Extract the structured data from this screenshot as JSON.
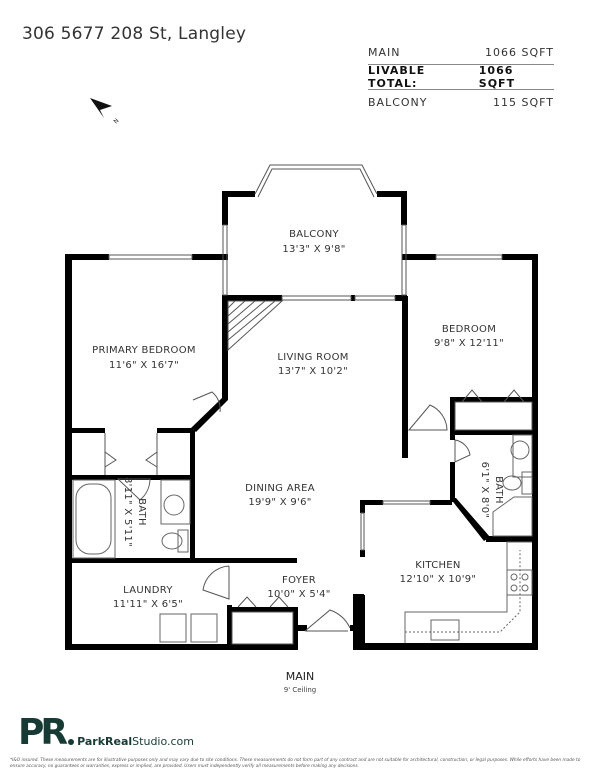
{
  "header": {
    "address": "306 5677 208 St, Langley"
  },
  "areas": [
    {
      "label": "MAIN",
      "value": "1066 SQFT"
    },
    {
      "label": "LIVABLE TOTAL:",
      "value": "1066 SQFT"
    },
    {
      "label": "BALCONY",
      "value": "115 SQFT"
    }
  ],
  "compass": {
    "label": "N",
    "icon": "north-arrow-icon"
  },
  "rooms": {
    "balcony": {
      "name": "BALCONY",
      "dims": "13'3\" X 9'8\""
    },
    "primary_bedroom": {
      "name": "PRIMARY BEDROOM",
      "dims": "11'6\" X 16'7\""
    },
    "living_room": {
      "name": "LIVING ROOM",
      "dims": "13'7\" X 10'2\""
    },
    "bedroom": {
      "name": "BEDROOM",
      "dims": "9'8\" X 12'11\""
    },
    "dining_area": {
      "name": "DINING AREA",
      "dims": "19'9\" X 9'6\""
    },
    "bath_primary": {
      "name": "BATH",
      "dims": "8'11\" X 5'11\""
    },
    "bath_second": {
      "name": "BATH",
      "dims": "6'1\" X 8'0\""
    },
    "laundry": {
      "name": "LAUNDRY",
      "dims": "11'11\" X 6'5\""
    },
    "foyer": {
      "name": "FOYER",
      "dims": "10'0\" X 5'4\""
    },
    "kitchen": {
      "name": "KITCHEN",
      "dims": "12'10\" X 10'9\""
    }
  },
  "floor": {
    "name": "MAIN",
    "ceiling": "9' Ceiling"
  },
  "footer": {
    "logo_mark": "PR",
    "brand_bold": "ParkReal",
    "brand_rest": "Studio.com",
    "disclaimer": "*I&O insured. These measurements are for illustrative purposes only and may vary due to site conditions. These measurements do not form part of any contract and are not suitable for architectural, construction, or legal purposes. While efforts have been made to ensure accuracy, no guarantees or warranties, express or implied, are provided. Users must independently verify all measurements before making any decisions."
  },
  "colors": {
    "wall": "#000000",
    "brand": "#173b34",
    "fixture": "#666666"
  }
}
